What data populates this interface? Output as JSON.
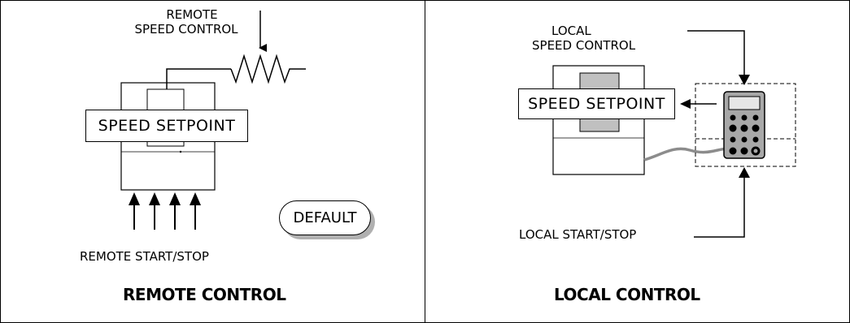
{
  "remote": {
    "speed_label": [
      "REMOTE",
      "SPEED CONTROL"
    ],
    "setpoint": "SPEED SETPOINT",
    "default_button": "DEFAULT",
    "start_stop_label": "REMOTE START/STOP",
    "title": "REMOTE CONTROL"
  },
  "local": {
    "speed_label": [
      "LOCAL",
      "SPEED CONTROL"
    ],
    "setpoint": "SPEED SETPOINT",
    "start_stop_label": "LOCAL START/STOP",
    "title": "LOCAL CONTROL"
  },
  "colors": {
    "line": "#000000",
    "shade": "#c0c0c0",
    "cable": "#8c8c8c",
    "keypad_body": "#a8a8a8",
    "keypad_screen": "#e6e6e6"
  },
  "icons": [
    "potentiometer-icon",
    "drive-unit-icon",
    "keypad-icon",
    "arrow-icon"
  ]
}
